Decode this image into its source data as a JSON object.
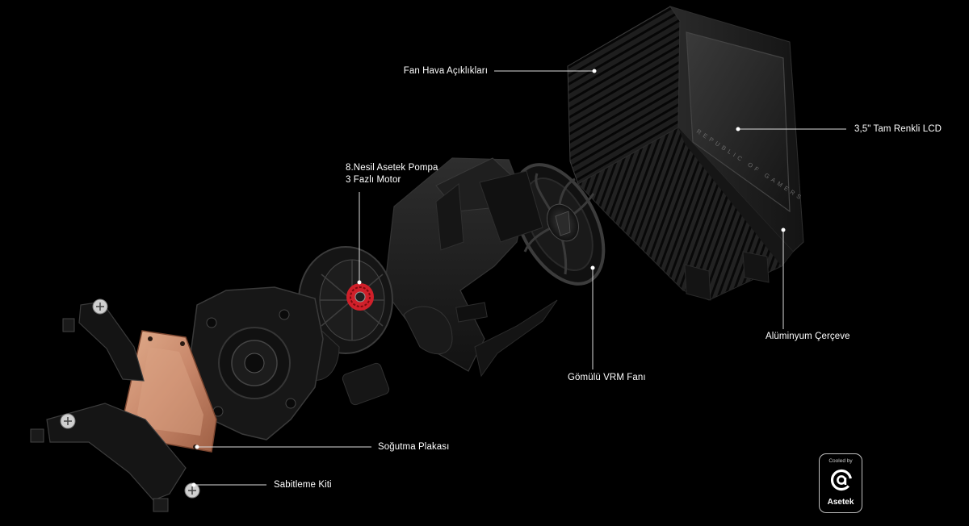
{
  "callouts": {
    "fan_vents": "Fan Hava Açıklıkları",
    "lcd": "3,5\" Tam Renkli LCD",
    "pump_line1": "8.Nesil Asetek Pompa",
    "pump_line2": "3 Fazlı Motor",
    "frame": "Alüminyum Çerçeve",
    "vrm_fan": "Gömülü VRM Fanı",
    "cold_plate": "Soğutma Plakası",
    "mount_kit": "Sabitleme Kiti"
  },
  "logo_text": "REPUBLIC OF GAMERS",
  "badge": {
    "top_text": "Cooled by",
    "brand": "Asetek"
  },
  "colors": {
    "background": "#000000",
    "copper": "#c98d69",
    "pump_red": "#d0202a",
    "body": "#1c1c1c"
  }
}
